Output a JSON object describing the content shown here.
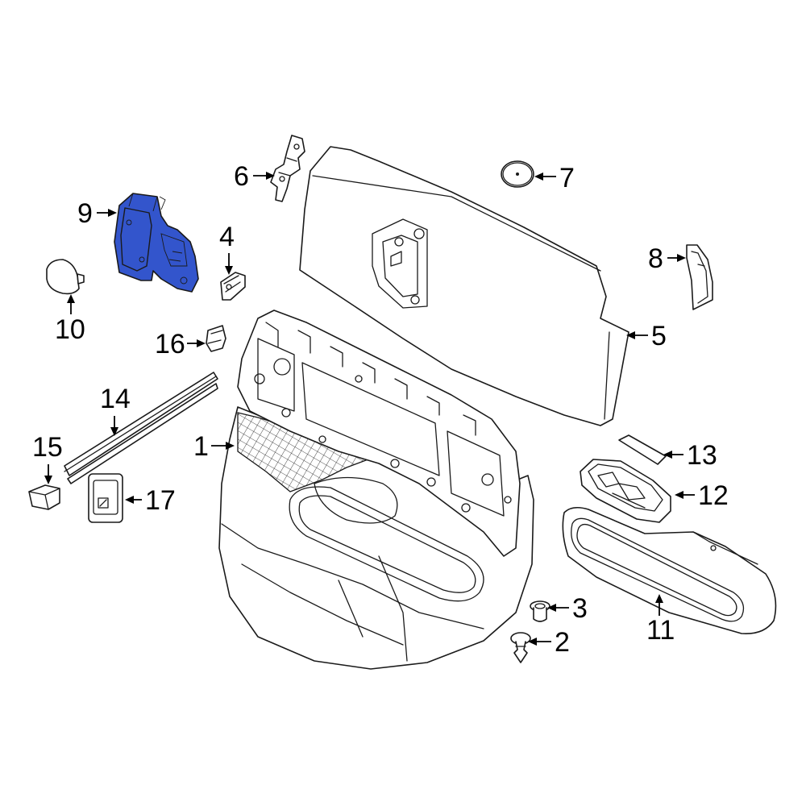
{
  "diagram": {
    "highlight_color": "#3355cc",
    "callouts": [
      {
        "id": "c1",
        "label": "1"
      },
      {
        "id": "c2",
        "label": "2"
      },
      {
        "id": "c3",
        "label": "3"
      },
      {
        "id": "c4",
        "label": "4"
      },
      {
        "id": "c5",
        "label": "5"
      },
      {
        "id": "c6",
        "label": "6"
      },
      {
        "id": "c7",
        "label": "7"
      },
      {
        "id": "c8",
        "label": "8"
      },
      {
        "id": "c9",
        "label": "9"
      },
      {
        "id": "c10",
        "label": "10"
      },
      {
        "id": "c11",
        "label": "11"
      },
      {
        "id": "c12",
        "label": "12"
      },
      {
        "id": "c13",
        "label": "13"
      },
      {
        "id": "c14",
        "label": "14"
      },
      {
        "id": "c15",
        "label": "15"
      },
      {
        "id": "c16",
        "label": "16"
      },
      {
        "id": "c17",
        "label": "17"
      }
    ]
  }
}
